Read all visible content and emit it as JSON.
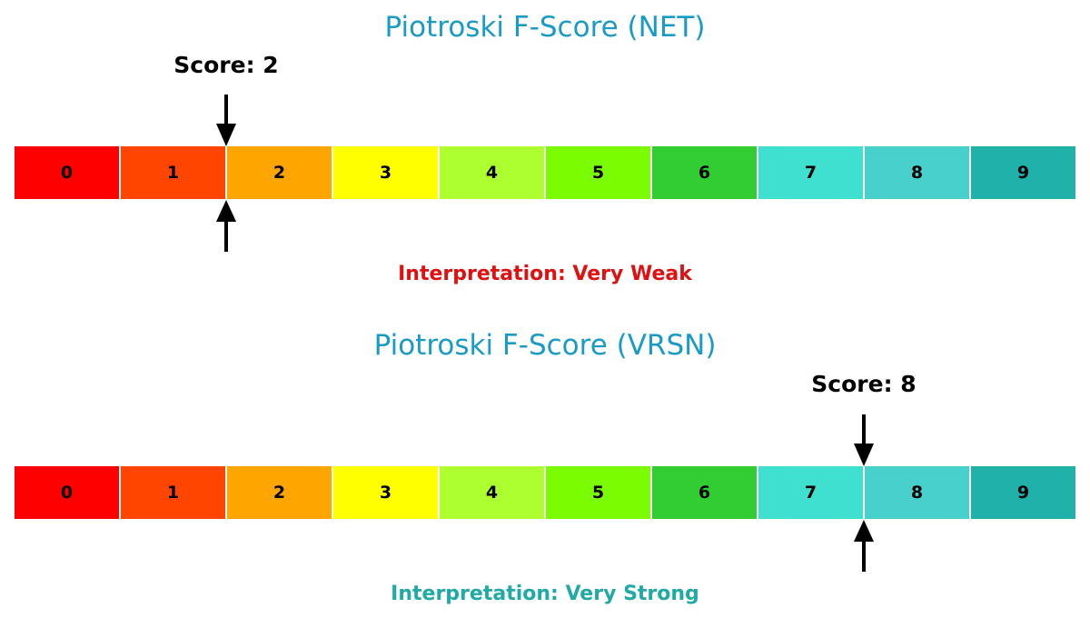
{
  "chart_data": [
    {
      "type": "gauge-bar",
      "title": "Piotroski F-Score (NET)",
      "categories": [
        "0",
        "1",
        "2",
        "3",
        "4",
        "5",
        "6",
        "7",
        "8",
        "9"
      ],
      "colors": [
        "#ff0000",
        "#ff4500",
        "#ffa500",
        "#ffff00",
        "#adff2f",
        "#7cfc00",
        "#32cd32",
        "#40e0d0",
        "#48d1cc",
        "#20b2aa"
      ],
      "score": 2,
      "score_label": "Score: 2",
      "interpretation": "Interpretation: Very Weak",
      "interpretation_color": "#e01010"
    },
    {
      "type": "gauge-bar",
      "title": "Piotroski F-Score (VRSN)",
      "categories": [
        "0",
        "1",
        "2",
        "3",
        "4",
        "5",
        "6",
        "7",
        "8",
        "9"
      ],
      "colors": [
        "#ff0000",
        "#ff4500",
        "#ffa500",
        "#ffff00",
        "#adff2f",
        "#7cfc00",
        "#32cd32",
        "#40e0d0",
        "#48d1cc",
        "#20b2aa"
      ],
      "score": 8,
      "score_label": "Score: 8",
      "interpretation": "Interpretation: Very Strong",
      "interpretation_color": "#20aaa5"
    }
  ]
}
